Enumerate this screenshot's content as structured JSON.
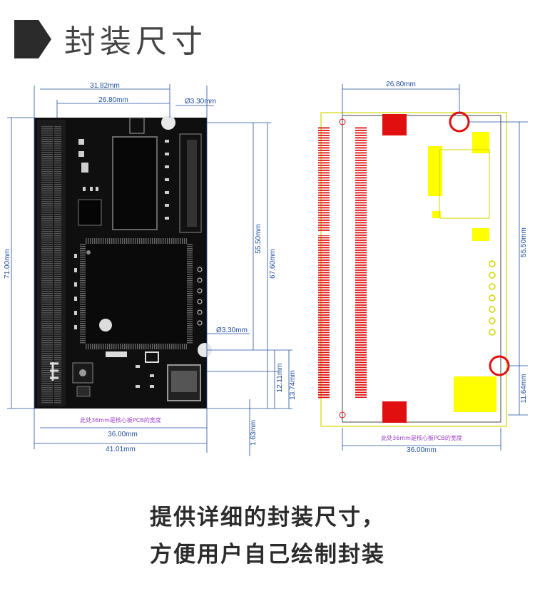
{
  "header": {
    "title": "封装尺寸"
  },
  "left_view": {
    "dims": {
      "top_outer": "31.82mm",
      "top_inner": "26.80mm",
      "hole_top": "Ø3.30mm",
      "hole_bottom": "Ø3.30mm",
      "height_total": "71.00mm",
      "height_a": "55.50mm",
      "height_b": "67.60mm",
      "h_small_a": "12.11mm",
      "h_small_b": "13.74mm",
      "edge": "1.63mm",
      "width_board": "36.00mm",
      "width_total": "41.01mm"
    },
    "note": "此处36mm是核心板PCB的宽度"
  },
  "right_view": {
    "dims": {
      "top_width": "26.80mm",
      "height_a": "55.50mm",
      "h_small": "11.64mm",
      "width_board": "36.00mm"
    },
    "note": "此处36mm是核心板PCB的宽度"
  },
  "caption": {
    "line1": "提供详细的封装尺寸，",
    "line2": "方便用户自己绘制封装"
  }
}
